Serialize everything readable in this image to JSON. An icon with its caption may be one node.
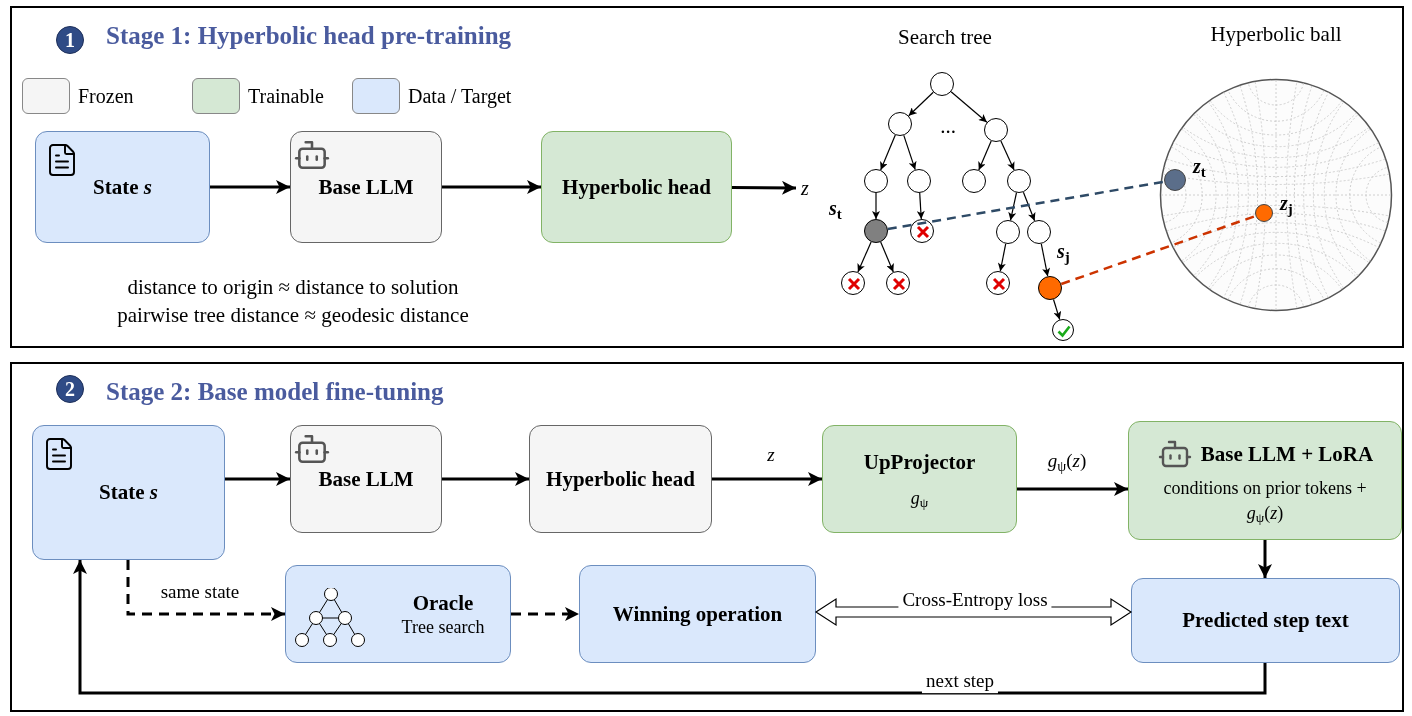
{
  "diagram": {
    "nodes": [
      {
        "text": [
          "Stage 1: Hyperbolic head pre-training"
        ]
      },
      {
        "text": [
          "1"
        ],
        "in": 0
      },
      {
        "text": [
          "State *s*"
        ],
        "in": 0
      },
      {
        "text": [
          "Base LLM"
        ],
        "in": 0
      },
      {
        "text": [
          "Hyperbolic head"
        ],
        "in": 0
      },
      {
        "text": [
          "*z*"
        ],
        "in": 0
      },
      {
        "text": [],
        "shape": "circle",
        "in": 0
      },
      {
        "text": [],
        "shape": "circle",
        "in": 0
      },
      {
        "text": [],
        "shape": "circle",
        "in": 0
      },
      {
        "text": [],
        "shape": "circle",
        "in": 0
      },
      {
        "text": [],
        "shape": "circle",
        "in": 0
      },
      {
        "text": [],
        "shape": "circle",
        "in": 0
      },
      {
        "text": [],
        "shape": "circle",
        "in": 0
      },
      {
        "text": [],
        "shape": "circle",
        "in": 0,
        "beside": [
          "*s*$_{t}$"
        ]
      },
      {
        "text": [],
        "shape": "circle",
        "in": 0
      },
      {
        "text": [],
        "shape": "circle",
        "in": 0
      },
      {
        "text": [],
        "shape": "circle",
        "in": 0
      },
      {
        "text": [],
        "shape": "circle",
        "in": 0
      },
      {
        "text": [],
        "shape": "circle",
        "in": 0
      },
      {
        "text": [],
        "shape": "circle",
        "in": 0
      },
      {
        "text": [],
        "shape": "circle",
        "in": 0,
        "beside": [
          "*s*$_{j}$"
        ]
      },
      {
        "text": [],
        "shape": "circle",
        "in": 0
      },
      {
        "text": [
          "Hyperbolic ball"
        ],
        "in": 0
      },
      {
        "text": [],
        "shape": "circle",
        "in": 22,
        "beside": [
          "*z*$_{t}$"
        ]
      },
      {
        "text": [],
        "shape": "circle",
        "in": 22,
        "beside": [
          "*z*$_{j}$"
        ]
      },
      {
        "text": [
          "Stage 2: Base model fine-tuning"
        ]
      },
      {
        "text": [
          "2"
        ],
        "in": 25
      },
      {
        "text": [
          "State *s*"
        ],
        "in": 25
      },
      {
        "text": [
          "Base LLM"
        ],
        "in": 25
      },
      {
        "text": [
          "Hyperbolic head"
        ],
        "in": 25
      },
      {
        "text": [
          "UpProjector",
          "*g*$_{ψ}$"
        ],
        "in": 25
      },
      {
        "text": [
          "Base LLM + LoRA",
          "conditions on prior tokens + *g*$_{ψ}$(*z*)"
        ],
        "in": 25
      },
      {
        "text": [
          "Oracle",
          "Tree search"
        ],
        "in": 25
      },
      {
        "text": [
          "Winning operation"
        ],
        "in": 25
      },
      {
        "text": [
          "Predicted step text"
        ],
        "in": 25
      }
    ],
    "edges": [
      {
        "from": 2,
        "to": 3,
        "arrow": "to"
      },
      {
        "from": 3,
        "to": 4,
        "arrow": "to"
      },
      {
        "from": 4,
        "to": 5,
        "arrow": "to"
      },
      {
        "from": 6,
        "to": 7,
        "arrow": "to"
      },
      {
        "from": 6,
        "to": 8,
        "arrow": "to"
      },
      {
        "from": 7,
        "to": 9,
        "arrow": "to"
      },
      {
        "from": 7,
        "to": 10,
        "arrow": "to"
      },
      {
        "from": 8,
        "to": 11,
        "arrow": "to"
      },
      {
        "from": 8,
        "to": 12,
        "arrow": "to"
      },
      {
        "from": 9,
        "to": 13,
        "arrow": "to"
      },
      {
        "from": 10,
        "to": 14,
        "arrow": "to"
      },
      {
        "from": 12,
        "to": 15,
        "arrow": "to"
      },
      {
        "from": 12,
        "to": 16,
        "arrow": "to"
      },
      {
        "from": 13,
        "to": 17,
        "arrow": "to"
      },
      {
        "from": 13,
        "to": 18,
        "arrow": "to"
      },
      {
        "from": 15,
        "to": 19,
        "arrow": "to"
      },
      {
        "from": 16,
        "to": 20,
        "arrow": "to"
      },
      {
        "from": 20,
        "to": 21,
        "arrow": "to"
      },
      {
        "from": 13,
        "to": 23,
        "arrow": "none",
        "style": "dashed",
        "color": "#2e4a66"
      },
      {
        "from": 20,
        "to": 24,
        "arrow": "none",
        "style": "dashed",
        "color": "#cc3300"
      },
      {
        "from": 27,
        "to": 28,
        "arrow": "to"
      },
      {
        "from": 28,
        "to": 29,
        "arrow": "to"
      },
      {
        "from": 29,
        "to": 30,
        "arrow": "to",
        "label": "*z*"
      },
      {
        "from": 30,
        "to": 31,
        "arrow": "to",
        "label": "*g*$_{ψ}$(*z*)"
      },
      {
        "from": 31,
        "to": 34,
        "arrow": "to"
      },
      {
        "from": 27,
        "to": 32,
        "arrow": "to",
        "label": "same state",
        "style": "dashed"
      },
      {
        "from": 32,
        "to": 33,
        "arrow": "to",
        "style": "dashed"
      },
      {
        "from": 33,
        "to": 34,
        "arrow": "both",
        "label": "Cross-Entropy loss",
        "style": "thick"
      },
      {
        "from": 34,
        "to": 27,
        "arrow": "to",
        "label": "next step"
      }
    ],
    "labels": [
      "Search tree",
      "...",
      "distance to origin ≈ distance to solution",
      "pairwise tree distance ≈ geodesic distance"
    ],
    "legend": [
      {
        "text": "Frozen",
        "color": "#f5f5f5"
      },
      {
        "text": "Trainable",
        "color": "#d5e8d4"
      },
      {
        "text": "Data / Target",
        "color": "#dae8fc"
      }
    ]
  }
}
